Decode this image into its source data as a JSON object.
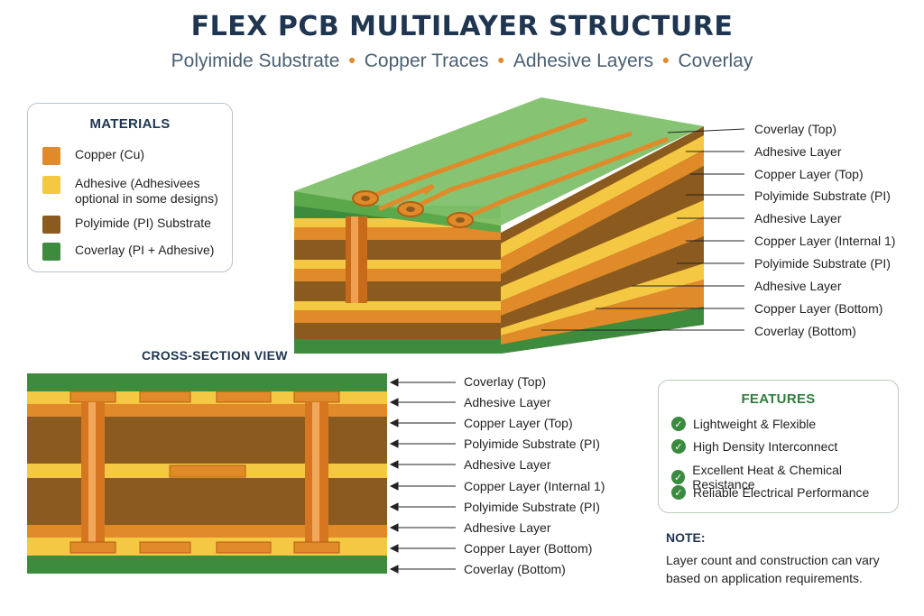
{
  "header": {
    "title": "FLEX PCB MULTILAYER STRUCTURE",
    "subtitle_items": [
      "Polyimide Substrate",
      "Copper Traces",
      "Adhesive Layers",
      "Coverlay"
    ],
    "subtitle_separator": "•"
  },
  "materials": {
    "title": "MATERIALS",
    "items": [
      {
        "label": "Copper (Cu)",
        "color": "#e08a2a"
      },
      {
        "label": "Adhesive (Adhesivees optional in some designs)",
        "color": "#f4c842"
      },
      {
        "label": "Polyimide (PI) Substrate",
        "color": "#8b5a1e"
      },
      {
        "label": "Coverlay (PI + Adhesive)",
        "color": "#3d8b3d"
      }
    ]
  },
  "stack_3d_labels": [
    "Coverlay (Top)",
    "Adhesive Layer",
    "Copper Layer (Top)",
    "Polyimide Substrate (PI)",
    "Adhesive Layer",
    "Copper Layer (Internal 1)",
    "Polyimide Substrate (PI)",
    "Adhesive Layer",
    "Copper Layer (Bottom)",
    "Coverlay (Bottom)"
  ],
  "cross_section": {
    "title": "CROSS-SECTION VIEW",
    "labels": [
      "Coverlay (Top)",
      "Adhesive Layer",
      "Copper Layer (Top)",
      "Polyimide Substrate (PI)",
      "Adhesive Layer",
      "Copper Layer (Internal 1)",
      "Polyimide Substrate (PI)",
      "Adhesive Layer",
      "Copper Layer (Bottom)",
      "Coverlay (Bottom)"
    ]
  },
  "features": {
    "title": "FEATURES",
    "items": [
      "Lightweight & Flexible",
      "High Density Interconnect",
      "Excellent Heat & Chemical Resistance",
      "Reliable Electrical Performance"
    ]
  },
  "note": {
    "title": "NOTE:",
    "text": "Layer count and construction can vary based on application requirements."
  },
  "colors": {
    "copper": "#e08a2a",
    "adhesive": "#f4c842",
    "polyimide": "#8b5a1e",
    "coverlay": "#3d8b3d",
    "title": "#1f3550"
  }
}
